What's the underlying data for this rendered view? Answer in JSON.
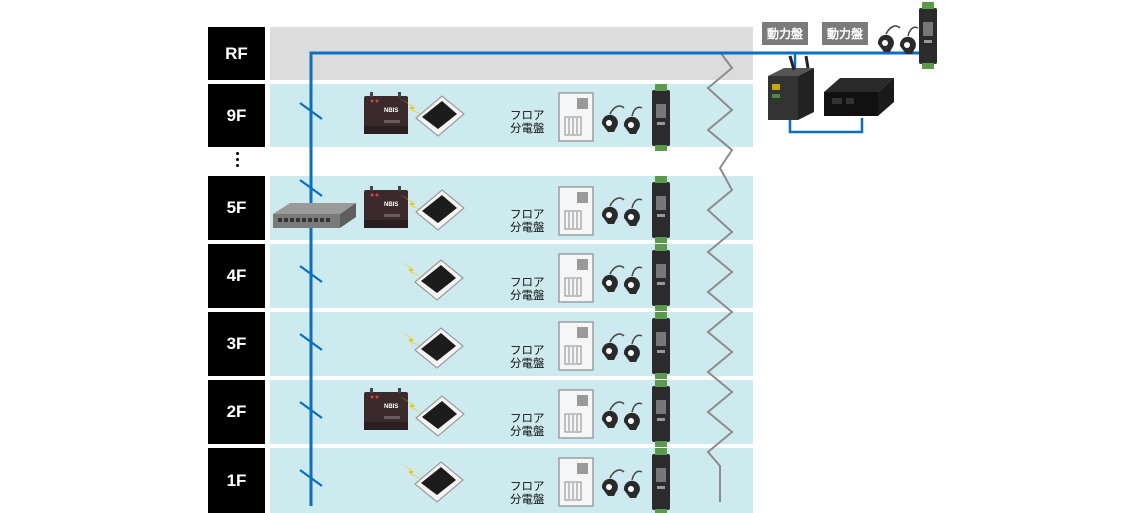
{
  "floors": [
    {
      "label": "RF"
    },
    {
      "label": "9F"
    },
    {
      "label": "5F"
    },
    {
      "label": "4F"
    },
    {
      "label": "3F"
    },
    {
      "label": "2F"
    },
    {
      "label": "1F"
    }
  ],
  "panel_line1": "フロア",
  "panel_line2": "分電盤",
  "power_panel_label": "動力盤",
  "gateway_brand": "NBIS",
  "colors": {
    "cable": "#0a6fc2",
    "floor_band": "#cdebef",
    "roof_band": "#dcdcdc",
    "wave": "#8c8c8c"
  }
}
